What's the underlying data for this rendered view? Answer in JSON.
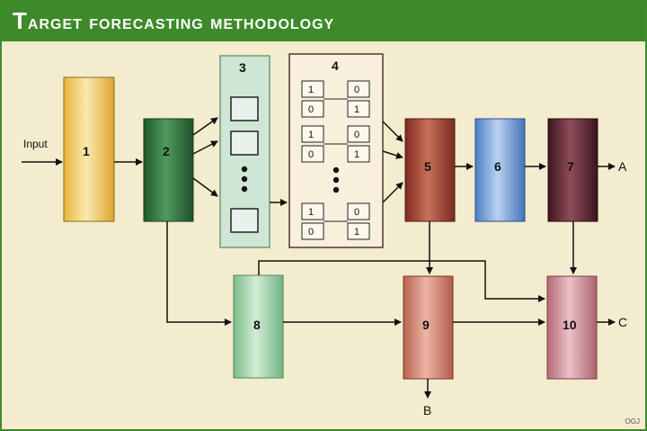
{
  "title": {
    "first": "T",
    "rest": "arget forecasting methodology"
  },
  "input_label": "Input",
  "outputs": {
    "a": "A",
    "b": "B",
    "c": "C"
  },
  "credit": "OGJ",
  "boxes": [
    {
      "id": "1",
      "label": "1",
      "color": "#e9bf47"
    },
    {
      "id": "2",
      "label": "2",
      "color": "#2c6b39"
    },
    {
      "id": "3",
      "label": "3",
      "color": "#c9e3cf"
    },
    {
      "id": "4",
      "label": "4",
      "color": "#f8eedb"
    },
    {
      "id": "5",
      "label": "5",
      "color": "#9a3d2c"
    },
    {
      "id": "6",
      "label": "6",
      "color": "#5f8fd0"
    },
    {
      "id": "7",
      "label": "7",
      "color": "#5b2430"
    },
    {
      "id": "8",
      "label": "8",
      "color": "#8cc79a"
    },
    {
      "id": "9",
      "label": "9",
      "color": "#c97a6a"
    },
    {
      "id": "10",
      "label": "10",
      "color": "#c4808a"
    }
  ],
  "matrix_cells": {
    "top_row": [
      "1",
      "0"
    ],
    "bottom_row": [
      "0",
      "1"
    ]
  }
}
